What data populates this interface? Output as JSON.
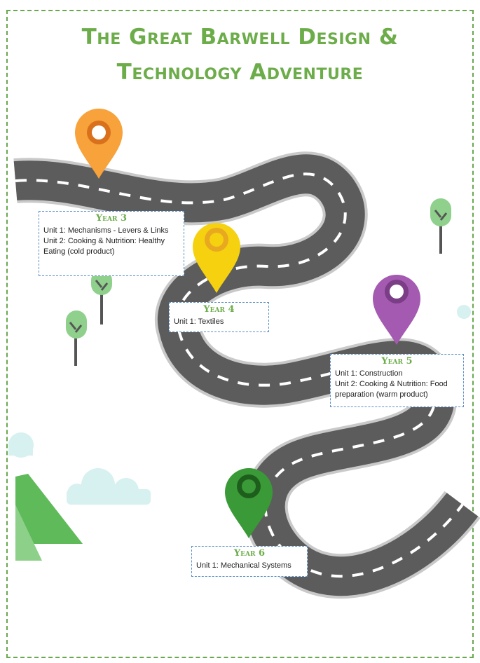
{
  "title": {
    "line1": "The Great Barwell Design &",
    "line2": "Technology Adventure"
  },
  "colors": {
    "title": "#6cad4a",
    "road": "#5c5c5c",
    "road_edge": "#c9c9c9",
    "box_border": "#5b8fc7",
    "pin_year3": "#f7a23a",
    "pin_year4": "#f5d10f",
    "pin_year5": "#a45ab0",
    "pin_year6": "#3a9a37"
  },
  "years": [
    {
      "label": "Year 3",
      "pin_color": "pin_year3",
      "units": [
        "Unit 1: Mechanisms - Levers & Links",
        "Unit 2: Cooking & Nutrition: Healthy Eating (cold product)"
      ]
    },
    {
      "label": "Year 4",
      "pin_color": "pin_year4",
      "units": [
        "Unit 1: Textiles"
      ]
    },
    {
      "label": "Year 5",
      "pin_color": "pin_year5",
      "units": [
        "Unit 1: Construction",
        "Unit 2: Cooking & Nutrition: Food preparation (warm product)"
      ]
    },
    {
      "label": "Year 6",
      "pin_color": "pin_year6",
      "units": [
        "Unit 1: Mechanical Systems"
      ]
    }
  ]
}
